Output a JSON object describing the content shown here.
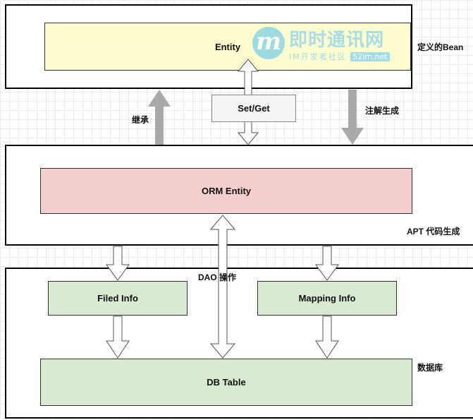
{
  "layers": {
    "bean": {
      "label": "定义的Bean"
    },
    "apt": {
      "label": "APT 代码生成"
    },
    "database": {
      "label": "数据库"
    }
  },
  "boxes": {
    "entity": {
      "label": "Entity",
      "fill": "#fdfdcf"
    },
    "set_get": {
      "label": "Set/Get",
      "fill": "#f5f5f5"
    },
    "orm_entity": {
      "label": "ORM Entity",
      "fill": "#f5cfcf"
    },
    "filed_info": {
      "label": "Filed Info",
      "fill": "#d9ead3"
    },
    "mapping_info": {
      "label": "Mapping Info",
      "fill": "#d9ead3"
    },
    "db_table": {
      "label": "DB Table",
      "fill": "#d9ead3"
    }
  },
  "edge_labels": {
    "inherit": "继承",
    "annotation_generate": "注解生成",
    "dao_operation": "DAO 操作"
  },
  "watermark": {
    "logo_letter": "m",
    "title": "即时通讯网",
    "subtitle": "IM开发者社区",
    "url": "52im.net"
  },
  "colors": {
    "solid_arrow": "#a9a9a9",
    "hollow_arrow_fill": "#ffffff",
    "outline": "#555555"
  }
}
